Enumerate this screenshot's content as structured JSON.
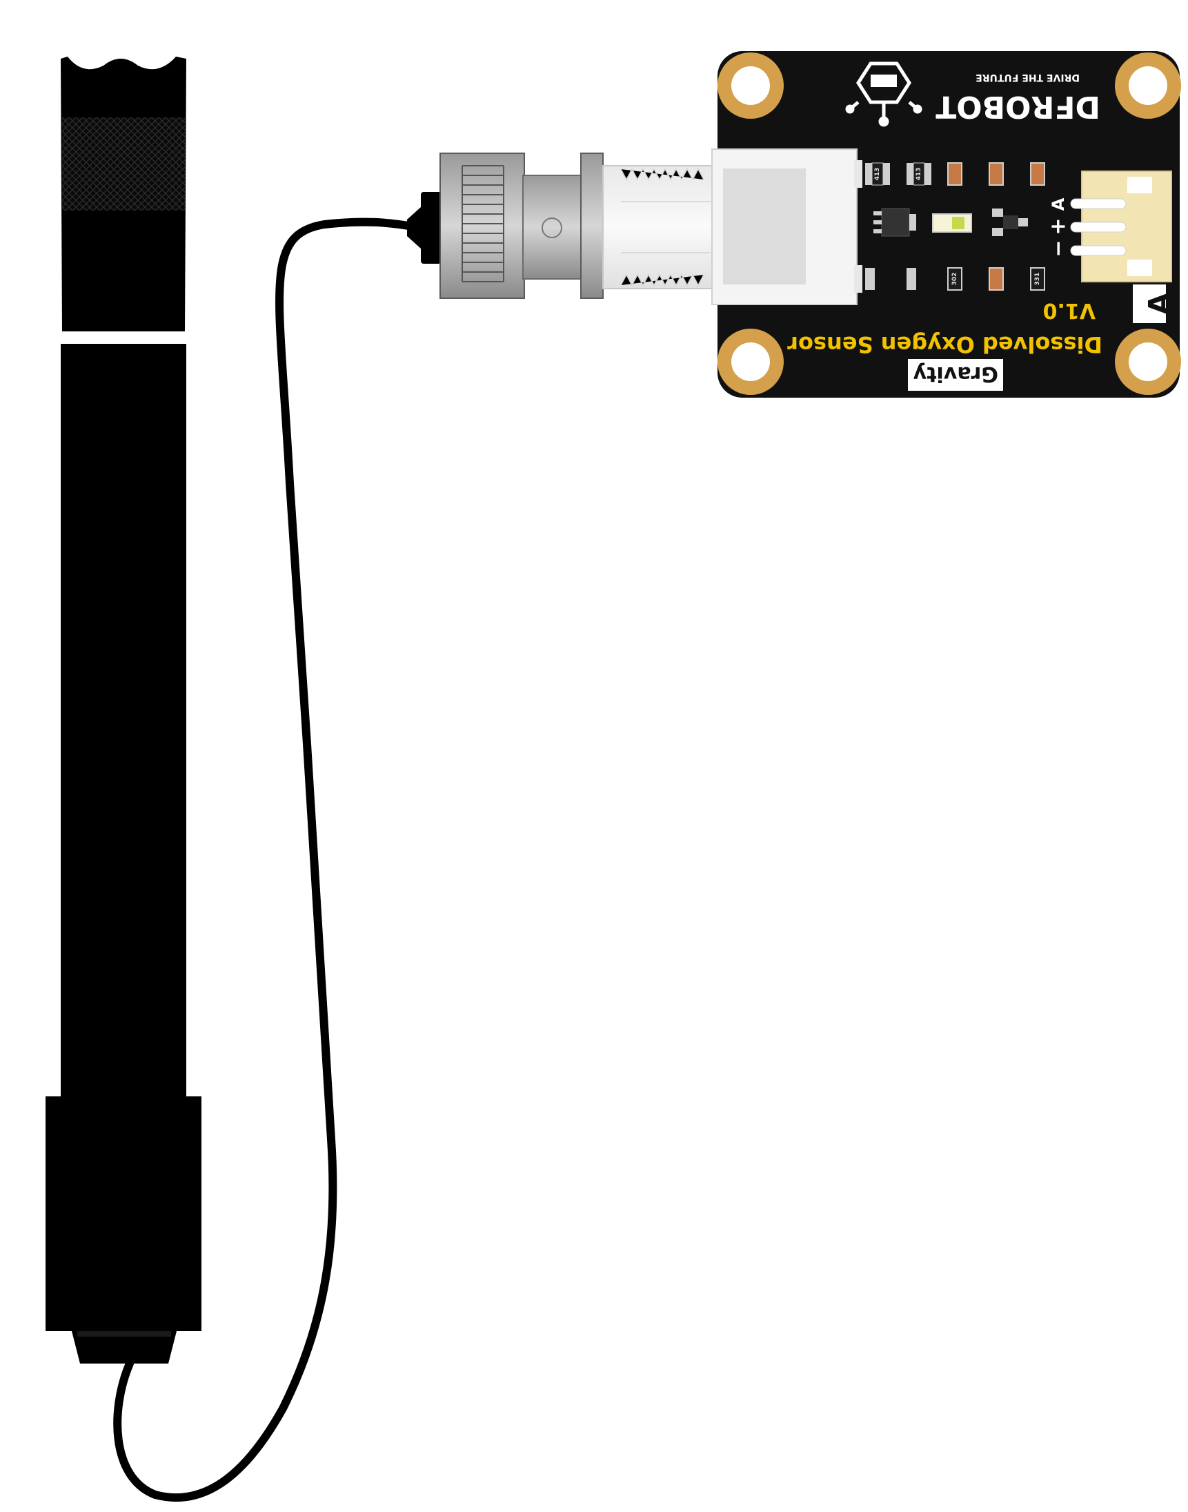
{
  "board": {
    "brand": "DFROBOT",
    "tagline": "DRIVE THE FUTURE",
    "product_name": "Dissolved Oxygen Sensor",
    "version": "V1.0",
    "series": "Gravity",
    "interface_type": "A",
    "pin_signal": "A",
    "pin_vcc": "+",
    "pin_gnd": "−",
    "resistor_codes": [
      "413",
      "413",
      "302",
      "331"
    ]
  },
  "colors": {
    "pcb": "#111111",
    "gold": "#d4a04c",
    "silkscreen_yellow": "#f2c200",
    "silkscreen_white": "#ffffff",
    "connector": "#f3e4b4",
    "cable": "#000000",
    "probe": "#000000",
    "bnc_metal": "#b8b8b8",
    "bnc_dark": "#8c8c8c"
  },
  "icons": {
    "logo": "dfrobot-hexagon-icon",
    "mounting_holes": "mounting-hole-icon"
  }
}
